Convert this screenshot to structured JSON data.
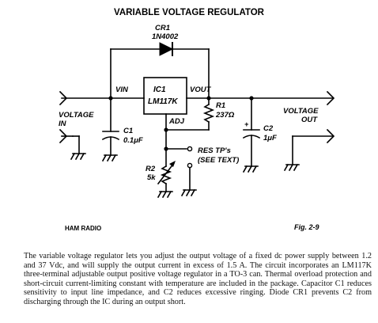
{
  "title": "VARIABLE VOLTAGE REGULATOR",
  "labels": {
    "cr1_ref": "CR1",
    "cr1_part": "1N4002",
    "vin": "VIN",
    "vout": "VOUT",
    "ic1_ref": "IC1",
    "ic1_part": "LM117K",
    "adj": "ADJ",
    "r1_ref": "R1",
    "r1_value": "237Ω",
    "voltage_in_1": "VOLTAGE",
    "voltage_in_2": "IN",
    "voltage_out_1": "VOLTAGE",
    "voltage_out_2": "OUT",
    "c1_ref": "C1",
    "c1_value": "0.1μF",
    "c2_ref": "C2",
    "c2_value": "1μF",
    "c2_polarity": "+",
    "res_tp_1": "RES TP's",
    "res_tp_2": "(SEE TEXT)",
    "r2_ref": "R2",
    "r2_value": "5k",
    "source": "HAM RADIO",
    "figure": "Fig. 2-9"
  },
  "caption": "The variable voltage regulator lets you adjust the output voltage of a fixed dc power supply between 1.2 and 37 Vdc, and will supply the output current in excess of 1.5 A. The circuit incorporates an LM117K three-terminal adjustable output positive voltage regulator in a TO-3 can. Thermal overload protection and short-circuit current-limiting constant with temperature are included in the package. Capacitor C1 reduces sensitivity to input line impedance, and C2 reduces excessive ringing. Diode CR1 prevents C2 from discharging through the IC during an output short."
}
